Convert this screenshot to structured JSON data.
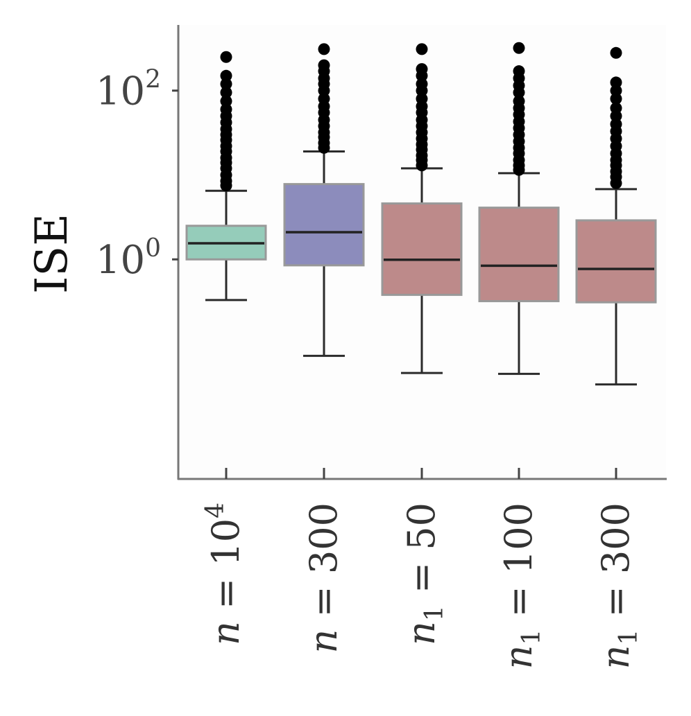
{
  "chart_data": {
    "type": "box",
    "title": "",
    "xlabel": "",
    "ylabel": "ISE",
    "yscale": "log",
    "ylim": [
      0.0025,
      600
    ],
    "yticks": [
      {
        "value": 1,
        "base": "10",
        "exp": "0"
      },
      {
        "value": 100,
        "base": "10",
        "exp": "2"
      }
    ],
    "grid": false,
    "legend": "none",
    "categories": [
      {
        "base": "n",
        "sub": "",
        "eq": " = ",
        "val": "10",
        "sup": "4"
      },
      {
        "base": "n",
        "sub": "",
        "eq": " = ",
        "val": "300",
        "sup": ""
      },
      {
        "base": "n",
        "sub": "1",
        "eq": " = ",
        "val": "50",
        "sup": ""
      },
      {
        "base": "n",
        "sub": "1",
        "eq": " = ",
        "val": "100",
        "sup": ""
      },
      {
        "base": "n",
        "sub": "1",
        "eq": " = ",
        "val": "300",
        "sup": ""
      }
    ],
    "colors": [
      "#95ccba",
      "#8c8cbc",
      "#bd8a8a",
      "#bd8a8a",
      "#bd8a8a"
    ],
    "boxes": [
      {
        "whisker_low": 0.33,
        "q1": 1.0,
        "median": 1.55,
        "q3": 2.5,
        "whisker_high": 6.5,
        "outliers": [
          7.5,
          8.5,
          10,
          12,
          14,
          16,
          19,
          22,
          26,
          30,
          35,
          42,
          50,
          60,
          75,
          95,
          120,
          150,
          250
        ]
      },
      {
        "whisker_low": 0.072,
        "q1": 0.85,
        "median": 2.1,
        "q3": 7.8,
        "whisker_high": 19,
        "outliers": [
          21,
          24,
          28,
          32,
          38,
          45,
          55,
          65,
          80,
          100,
          120,
          140,
          170,
          200,
          310
        ]
      },
      {
        "whisker_low": 0.045,
        "q1": 0.38,
        "median": 0.99,
        "q3": 4.6,
        "whisker_high": 12,
        "outliers": [
          13,
          15,
          17,
          20,
          23,
          27,
          32,
          38,
          45,
          55,
          65,
          80,
          100,
          120,
          150,
          180,
          310
        ]
      },
      {
        "whisker_low": 0.044,
        "q1": 0.32,
        "median": 0.84,
        "q3": 4.1,
        "whisker_high": 10.5,
        "outliers": [
          11.5,
          13,
          15,
          18,
          21,
          25,
          30,
          36,
          43,
          52,
          62,
          75,
          95,
          115,
          140,
          170,
          320
        ]
      },
      {
        "whisker_low": 0.033,
        "q1": 0.31,
        "median": 0.77,
        "q3": 2.9,
        "whisker_high": 6.8,
        "outliers": [
          8,
          9.5,
          11,
          13,
          15,
          18,
          22,
          27,
          33,
          40,
          50,
          62,
          80,
          100,
          125,
          280
        ]
      }
    ]
  }
}
